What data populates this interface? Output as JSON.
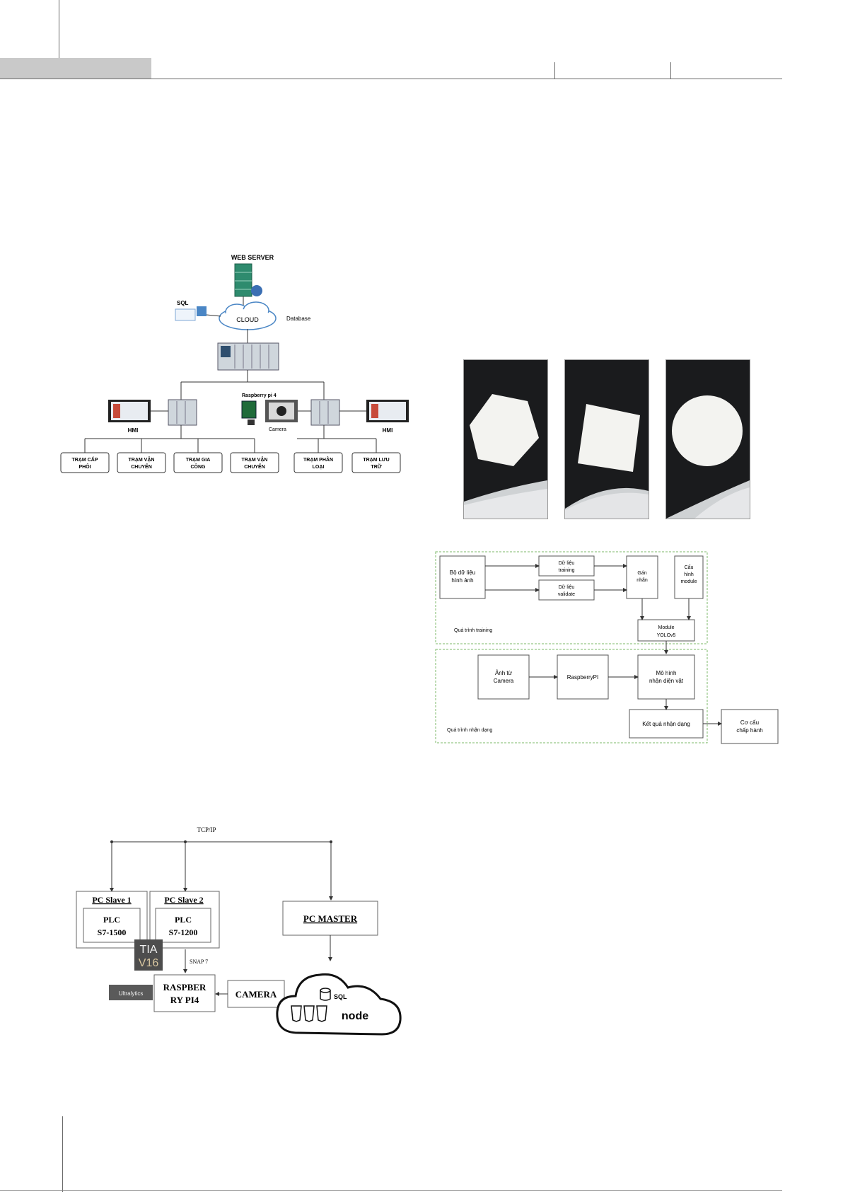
{
  "fig1": {
    "web_server": "WEB SERVER",
    "sql": "SQL",
    "cloud": "CLOUD",
    "database": "Database",
    "hmi_left": "HMI",
    "hmi_right": "HMI",
    "raspberry": "Raspberry pi 4",
    "camera": "Camera",
    "stations": [
      [
        "TRẠM CẤP",
        "PHÔI"
      ],
      [
        "TRẠM VẬN",
        "CHUYỂN"
      ],
      [
        "TRẠM GIA",
        "CÔNG"
      ],
      [
        "TRẠM VẬN",
        "CHUYỂN"
      ],
      [
        "TRẠM PHÂN",
        "LOẠI"
      ],
      [
        "TRẠM LƯU",
        "TRỮ"
      ]
    ]
  },
  "fig2": {
    "dataset": [
      "Bộ dữ liệu",
      "hình ảnh"
    ],
    "train_data": [
      "Dữ liệu",
      "training"
    ],
    "valid_data": [
      "Dữ liệu",
      "validate"
    ],
    "label": [
      "Gán",
      "nhãn"
    ],
    "config": [
      "Cấu",
      "hình",
      "module"
    ],
    "module": [
      "Module",
      "YOLOv5"
    ],
    "training_caption": "Quá trình training",
    "cam": [
      "Ảnh từ",
      "Camera"
    ],
    "rpi": "RaspberryPI",
    "model": [
      "Mô hình",
      "nhận diện vật"
    ],
    "result": "Kết quả nhận dạng",
    "control": [
      "Cơ cấu",
      "chấp hành"
    ],
    "recog_caption": "Quá trình nhận dạng"
  },
  "fig3": {
    "tcpip": "TCP/IP",
    "slave1": "PC Slave 1",
    "slave2": "PC Slave 2",
    "plc1": [
      "PLC",
      "S7-1500"
    ],
    "plc2": [
      "PLC",
      "S7-1200"
    ],
    "tia": [
      "TIA",
      "V16"
    ],
    "snap7": "SNAP 7",
    "master": "PC MASTER",
    "rpi": [
      "RASPBER",
      "RY PI4"
    ],
    "camera": "CAMERA",
    "ultralytics": "Ultralytics",
    "sql": "SQL",
    "node": "node"
  }
}
